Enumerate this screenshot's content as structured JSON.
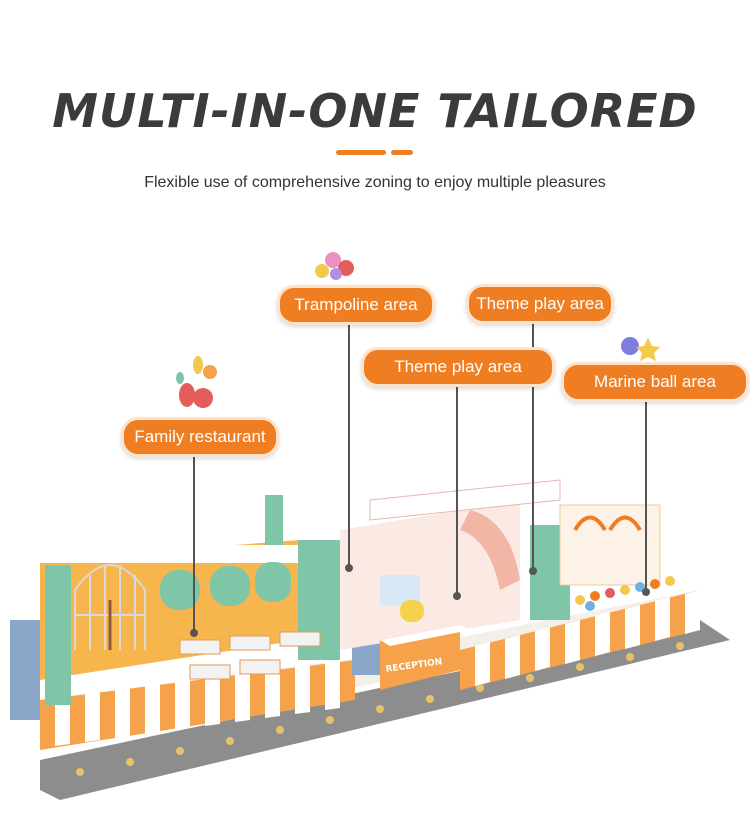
{
  "header": {
    "title": "MULTI-IN-ONE TAILORED",
    "subtitle": "Flexible use of comprehensive zoning to enjoy multiple pleasures"
  },
  "areas": [
    {
      "label": "Trampoline area"
    },
    {
      "label": "Theme play area"
    },
    {
      "label": "Theme play area"
    },
    {
      "label": "Marine ball area"
    },
    {
      "label": "Family restaurant"
    }
  ],
  "illustration": {
    "reception_sign": "RECEPTION"
  },
  "colors": {
    "accent": "#ef7d22",
    "title": "#3b3b3b",
    "mint": "#7fc6a8",
    "road": "#8a8a8a"
  }
}
